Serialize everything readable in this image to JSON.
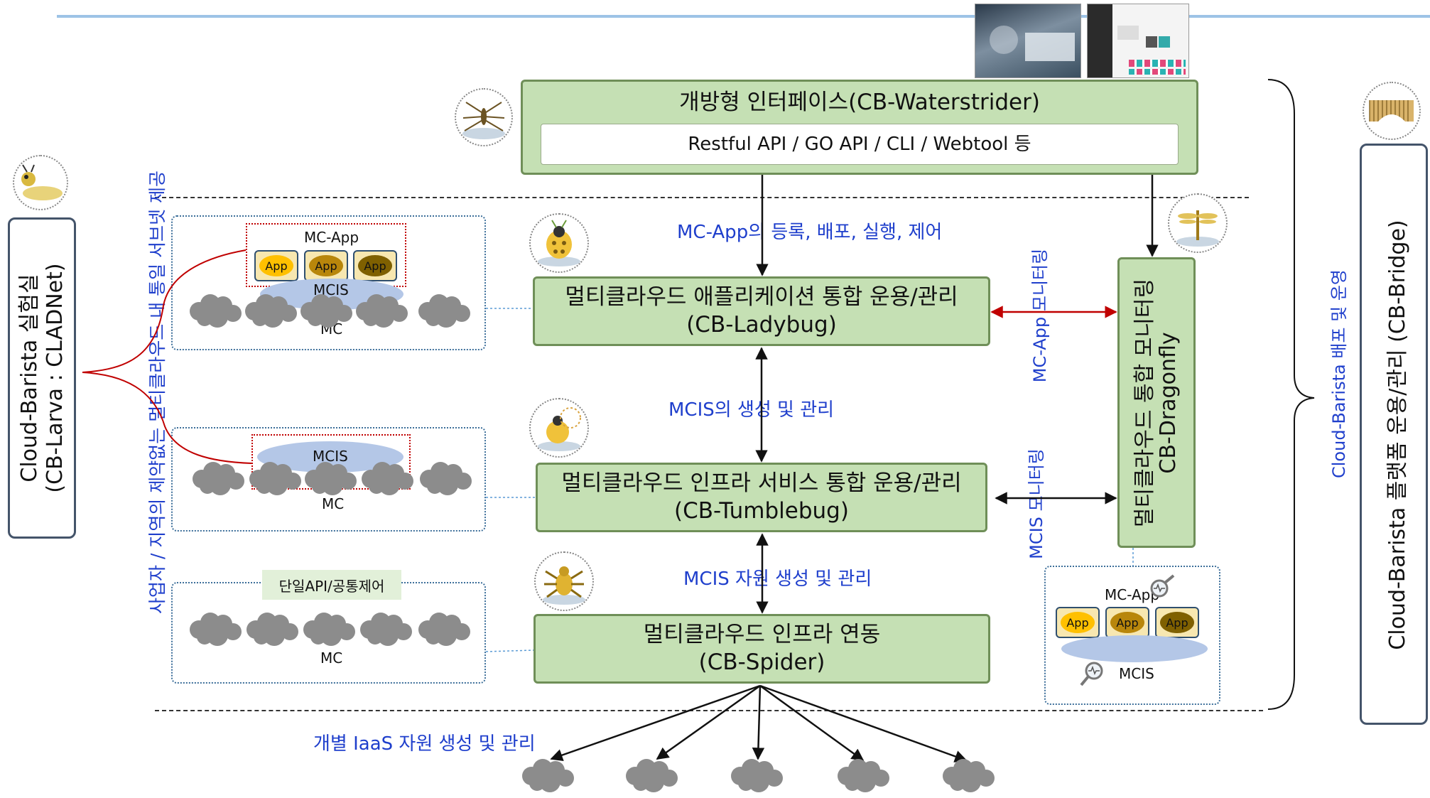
{
  "waterstrider": {
    "title": "개방형 인터페이스(CB-Waterstrider)",
    "apis": "Restful API / GO API / CLI / Webtool 등"
  },
  "ladybug": {
    "line1": "멀티클라우드 애플리케이션 통합 운용/관리",
    "line2": "(CB-Ladybug)"
  },
  "tumblebug": {
    "line1": "멀티클라우드 인프라 서비스 통합 운용/관리",
    "line2": "(CB-Tumblebug)"
  },
  "spider": {
    "line1": "멀티클라우드 인프라 연동",
    "line2": "(CB-Spider)"
  },
  "dragonfly": {
    "line1": "멀티클라우드 통합 모니터링",
    "line2": "CB-Dragonfly"
  },
  "flows": {
    "mcapp_register": "MC-App의 등록, 배포, 실행, 제어",
    "mcis_create": "MCIS의 생성 및 관리",
    "mcis_resource": "MCIS 자원 생성 및 관리",
    "iaas": "개별 IaaS 자원 생성 및 관리",
    "mcapp_monitoring": "MC-App 모니터링",
    "mcis_monitoring": "MCIS 모니터링",
    "deploy_ops": "Cloud-Barista 배포 및 운영",
    "larva_service": "사업자 / 지역의 제약없는 멀티클라우드 내 통일 서브넷 제공"
  },
  "larva": {
    "line1": "Cloud-Barista 실험실",
    "line2": "(CB-Larva : CLADNet)"
  },
  "bridge": {
    "label": "Cloud-Barista 플랫폼 운용/관리 (CB-Bridge)"
  },
  "left_panels": {
    "app_title": "MC-App",
    "app_label": "App",
    "mcis": "MCIS",
    "mc": "MC",
    "single_api": "단일API/공통제어"
  },
  "dragonfly_panel": {
    "app_title": "MC-App",
    "app_label": "App",
    "mcis": "MCIS"
  },
  "colors": {
    "green_fill": "#c5e0b4",
    "green_border": "#6f8f58",
    "blue_text": "#1f3fcc",
    "red_link": "#c00000"
  }
}
